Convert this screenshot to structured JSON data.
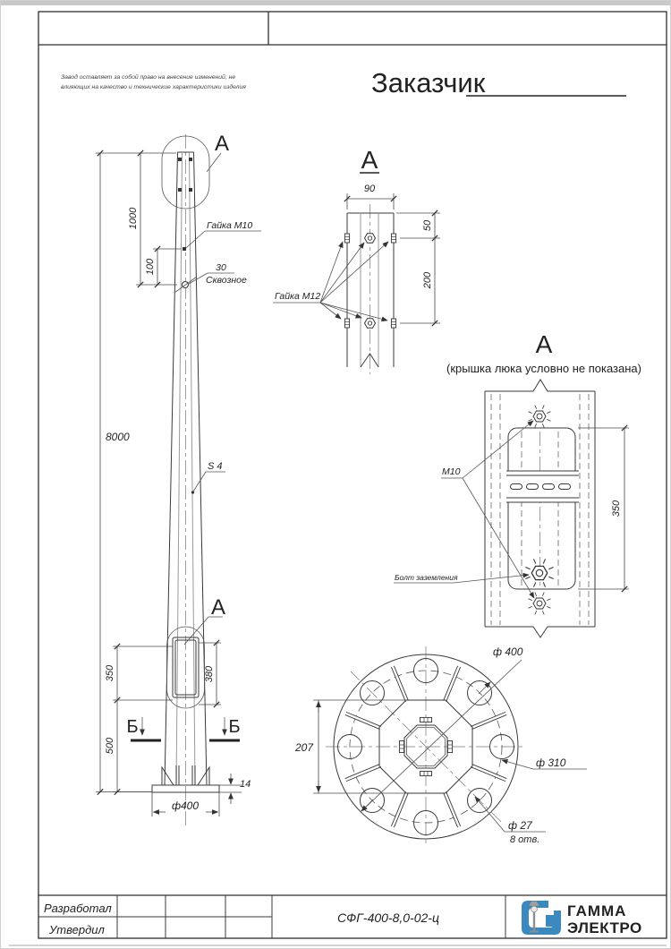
{
  "header": {
    "disclaimer_line1": "Завод оставляет за собой право на внесение изменений, не",
    "disclaimer_line2": "влияющих на качество и технические характеристики изделия",
    "customer_label": "Заказчик"
  },
  "front_view": {
    "callout_top": "А",
    "callout_hatch": "А",
    "dim_overall": "8000",
    "dim_top_section": "1000",
    "dim_nut_offset": "100",
    "nut_label": "Гайка М10",
    "hole_dia": "30",
    "hole_note": "Сквозное",
    "wall_thickness": "S 4",
    "dim_hatch_cover": "350",
    "dim_hatch_opening": "380",
    "dim_hatch_height": "500",
    "section_mark_left": "Б",
    "section_mark_right": "Б",
    "dim_plate_thickness": "14",
    "dim_base_dia": "ф400"
  },
  "section_a": {
    "title": "А",
    "dim_width": "90",
    "dim_top": "50",
    "dim_spacing": "200",
    "nut_label": "Гайка М12"
  },
  "detail_a": {
    "title": "А",
    "subtitle": "(крышка люка условно не показана)",
    "nut_label": "М10",
    "ground_bolt_label": "Болт заземления",
    "dim_height": "350"
  },
  "flange_view": {
    "dim_outer_dia": "ф 400",
    "dim_bolt_circle": "ф 310",
    "dim_hole_dia": "ф 27",
    "holes_note": "8 отв.",
    "dim_across_flats": "207"
  },
  "title_block": {
    "row1_label": "Разработал",
    "row2_label": "Утвердил",
    "part_number": "СФГ-400-8,0-02-ц",
    "brand_line1": "ГАММА",
    "brand_line2": "ЭЛЕКТРО"
  },
  "colors": {
    "line": "#3a3a3a",
    "logo_blue": "#3b8abf",
    "logo_gray": "#8a8f94"
  }
}
